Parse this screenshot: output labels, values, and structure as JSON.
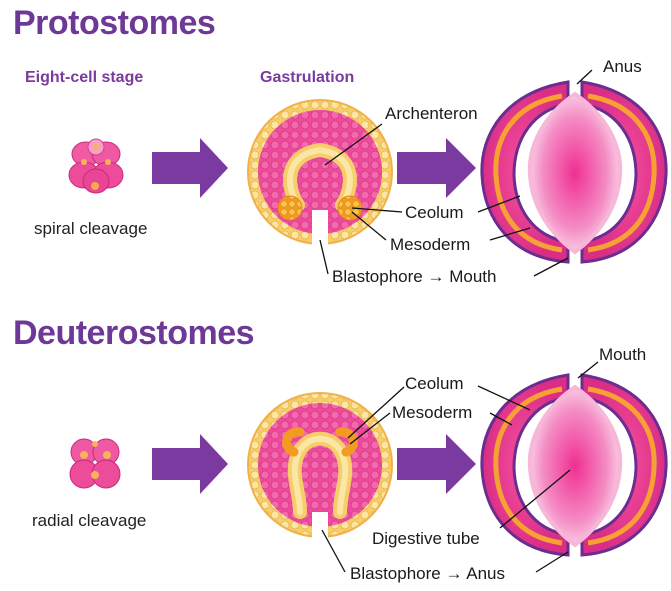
{
  "protostomes": {
    "title": "Protostomes",
    "stage_label": "Eight-cell stage",
    "gastrulation_label": "Gastrulation",
    "cleavage_caption": "spiral cleavage",
    "labels": {
      "archenteron": "Archenteron",
      "ceolum": "Ceolum",
      "mesoderm": "Mesoderm",
      "blastophore": "Blastophore",
      "arrow_text": "→",
      "mouth": "Mouth",
      "anus": "Anus"
    }
  },
  "deuterostomes": {
    "title": "Deuterostomes",
    "cleavage_caption": "radial cleavage",
    "labels": {
      "ceolum": "Ceolum",
      "mesoderm": "Mesoderm",
      "digestive_tube": "Digestive tube",
      "blastophore": "Blastophore",
      "arrow_text": "→",
      "anus": "Anus",
      "mouth": "Mouth"
    }
  },
  "colors": {
    "heading": "#6e3896",
    "arrow": "#7b3a9f",
    "embryo_pink": "#e83a8f",
    "mesoderm_orange": "#f7a033",
    "yolk_yellow": "#f5d070",
    "outline_purple": "#6b2d8f"
  }
}
